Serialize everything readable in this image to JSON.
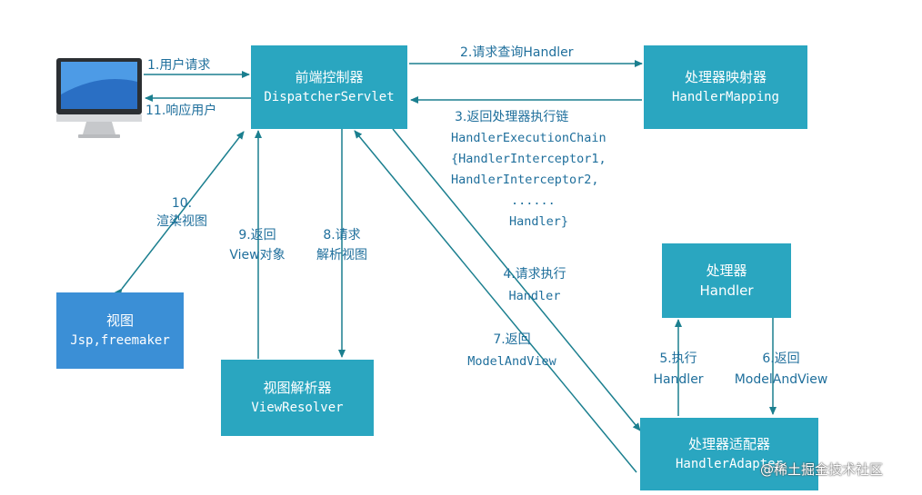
{
  "boxes": {
    "dispatcher": {
      "cn": "前端控制器",
      "en": "DispatcherServlet"
    },
    "mapping": {
      "cn": "处理器映射器",
      "en": "HandlerMapping"
    },
    "view": {
      "cn": "视图",
      "en": "Jsp,freemaker"
    },
    "resolver": {
      "cn": "视图解析器",
      "en": "ViewResolver"
    },
    "handler": {
      "cn": "处理器",
      "en": "Handler"
    },
    "adapter": {
      "cn": "处理器适配器",
      "en": "HandlerAdapter"
    }
  },
  "steps": {
    "s1": "1.用户请求",
    "s11": "11.响应用户",
    "s2": "2.请求查询Handler",
    "s3_line1": "3.返回处理器执行链",
    "s3_line2": "HandlerExecutionChain",
    "s3_line3": "{HandlerInterceptor1,",
    "s3_line4": "HandlerInterceptor2,",
    "s3_line5": "......",
    "s3_line6": "Handler}",
    "s10_line1": "10.",
    "s10_line2": "渲染视图",
    "s9_line1": "9.返回",
    "s9_line2": "View对象",
    "s8_line1": "8.请求",
    "s8_line2": "解析视图",
    "s4_line1": "4.请求执行",
    "s4_line2": "Handler",
    "s7_line1": "7.返回",
    "s7_line2": "ModelAndView",
    "s5_line1": "5.执行",
    "s5_line2": "Handler",
    "s6_line1": "6.返回",
    "s6_line2": "ModelAndView"
  },
  "watermark": "@稀土掘金技术社区",
  "colors": {
    "box": "#2aa6c0",
    "view_box": "#3b8fd6",
    "line": "#1b7f8f",
    "label": "#1f6f9c"
  },
  "icons": {
    "user": "computer-monitor-icon"
  }
}
